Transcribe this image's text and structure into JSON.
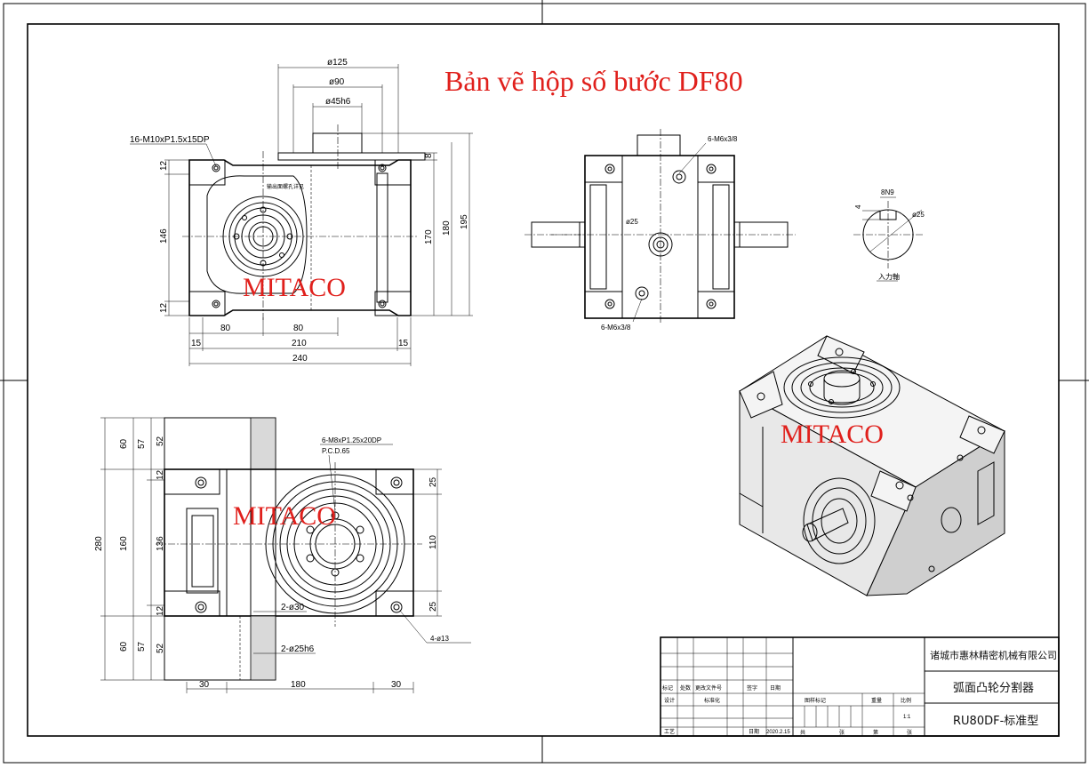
{
  "title": "Bản vẽ hộp số bước DF80",
  "watermark": "MITACO",
  "front_view": {
    "dims": {
      "d125": "ø125",
      "d90": "ø90",
      "d45": "ø45h6",
      "tap_note": "16-M10xP1.5x15DP",
      "h12a": "12",
      "h146": "146",
      "h12b": "12",
      "h8": "8",
      "h170": "170",
      "h180": "180",
      "h195": "195",
      "w80a": "80",
      "w80b": "80",
      "w15a": "15",
      "w210": "210",
      "w15b": "15",
      "w240": "240"
    }
  },
  "side_view": {
    "dims": {
      "top_tap": "6-M6x3/8",
      "shaft": "ø25",
      "bottom_tap": "6-M6x3/8"
    }
  },
  "key_detail": {
    "dims": {
      "key": "8N9",
      "depth": "4",
      "dia": "ø25",
      "label": "入力軸"
    }
  },
  "bottom_view": {
    "dims": {
      "h60a": "60",
      "h57a": "57",
      "h52a": "52",
      "h12a": "12",
      "h136": "136",
      "h12b": "12",
      "h280": "280",
      "h160": "160",
      "h60b": "60",
      "h57b": "57",
      "h52b": "52",
      "r25a": "25",
      "r110": "110",
      "r25b": "25",
      "tap_note": "6-M8xP1.25x20DP",
      "pcd": "P.C.D.65",
      "hole2": "2-ø30",
      "hole25": "2-ø25h6",
      "holes4": "4-ø13",
      "w30a": "30",
      "w180": "180",
      "w30b": "30"
    }
  },
  "title_block": {
    "company": "诸城市惠林精密机械有限公司",
    "part_name": "弧面凸轮分割器",
    "part_no": "RU80DF-标准型",
    "scale": "1:1",
    "date": "2020.2.15",
    "hdr_row": [
      "标记",
      "处数",
      "更改文件号",
      "签字",
      "日期"
    ],
    "row2": [
      "设计",
      "标准化"
    ],
    "row3": [
      "工艺",
      "日期"
    ],
    "mid_hdr": [
      "图样标记",
      "重量",
      "比例"
    ],
    "mid_bot": [
      "共",
      "张",
      "第",
      "张"
    ]
  }
}
